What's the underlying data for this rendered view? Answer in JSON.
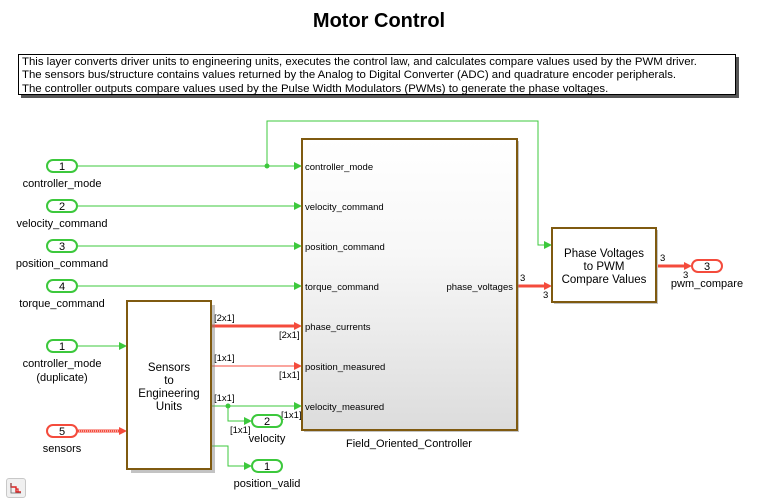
{
  "title": "Motor Control",
  "description": [
    "This layer converts driver units to engineering units, executes the control law, and calculates compare values used by the PWM driver.",
    "The sensors bus/structure contains values returned by the Analog to Digital Converter (ADC) and quadrature encoder peripherals.",
    "The controller outputs compare values used by the Pulse Width Modulators (PWMs) to generate the phase voltages."
  ],
  "colors": {
    "scalar_signal": "#3cc83c",
    "vector_signal": "#f44b3c",
    "block_border": "#7f5a10",
    "inport_border_green": "#3cc83c",
    "inport_border_red": "#f44b3c"
  },
  "inports": [
    {
      "number": "1",
      "name": "controller_mode"
    },
    {
      "number": "2",
      "name": "velocity_command"
    },
    {
      "number": "3",
      "name": "position_command"
    },
    {
      "number": "4",
      "name": "torque_command"
    },
    {
      "number": "1",
      "name": "controller_mode",
      "name2": "(duplicate)"
    },
    {
      "number": "5",
      "name": "sensors"
    }
  ],
  "outports": [
    {
      "number": "3",
      "name": "pwm_compare"
    },
    {
      "number": "2",
      "name": "velocity"
    },
    {
      "number": "1",
      "name": "position_valid"
    }
  ],
  "blocks": {
    "sensors_to_eng": {
      "lines": [
        "Sensors",
        "to",
        "Engineering",
        "Units"
      ]
    },
    "foc": {
      "name": "Field_Oriented_Controller",
      "inputs": [
        "controller_mode",
        "velocity_command",
        "position_command",
        "torque_command",
        "phase_currents",
        "position_measured",
        "velocity_measured"
      ],
      "outputs": [
        "phase_voltages"
      ]
    },
    "pwm": {
      "lines": [
        "Phase Voltages",
        "to PWM",
        "Compare Values"
      ]
    }
  },
  "signal_dims": {
    "phase_currents_src": "[2x1]",
    "phase_currents_dst": "[2x1]",
    "position_src": "[1x1]",
    "position_dst": "[1x1]",
    "velocity_src": "[1x1]",
    "velocity_dst": "[1x1]",
    "velocity_out": "[1x1]",
    "phase_voltages_src": "3",
    "phase_voltages_dst": "3",
    "pwm_src": "3",
    "pwm_dst": "3"
  },
  "toolbar": {
    "sample_time_icon": "sample-time-legend-icon"
  }
}
